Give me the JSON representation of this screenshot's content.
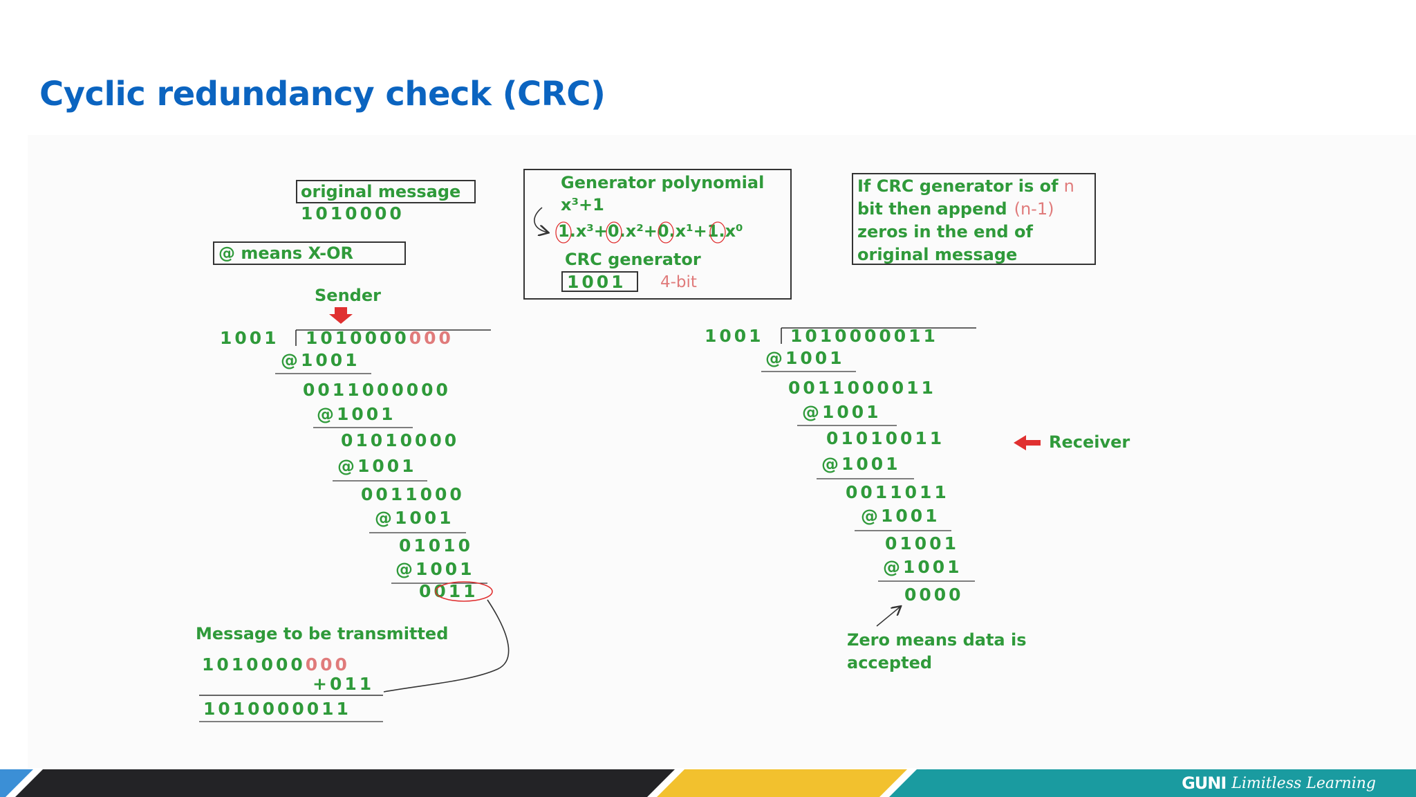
{
  "slide": {
    "title": "Cyclic redundancy check (CRC)"
  },
  "labels": {
    "original_message": "original message",
    "original_bits": "1010000",
    "xor_note": "@ means X-OR",
    "sender": "Sender",
    "receiver": "Receiver",
    "message_to_transmit": "Message to be transmitted",
    "zero_means_line1": "Zero means data is",
    "zero_means_line2": "accepted"
  },
  "generator_box": {
    "heading": "Generator polynomial",
    "poly": "x³+1",
    "expansion": "1.x³+0.x²+0.x¹+1.x⁰",
    "crc_label": "CRC generator",
    "crc_bits": "1001",
    "bits_note": "4-bit"
  },
  "rule_box": {
    "line1": "If CRC generator is of",
    "line1_var": "n",
    "line2": "bit then append",
    "line2_var": "(n-1)",
    "line3": "zeros in the end of",
    "line4": "original message"
  },
  "sender_division": {
    "divisor": "1001",
    "dividend_main": "1010000",
    "dividend_pad": "000",
    "steps": [
      {
        "xor": "@1001",
        "result": "0011000000"
      },
      {
        "xor": "@1001",
        "result": "01010000"
      },
      {
        "xor": "@1001",
        "result": "0011000"
      },
      {
        "xor": "@1001",
        "result": "01010"
      },
      {
        "xor": "@1001",
        "result": "0011"
      }
    ]
  },
  "transmission": {
    "message_main": "1010000",
    "message_pad": "000",
    "add": "+011",
    "result": "1010000011"
  },
  "receiver_division": {
    "divisor": "1001",
    "dividend": "1010000011",
    "steps": [
      {
        "xor": "@1001",
        "result": "0011000011"
      },
      {
        "xor": "@1001",
        "result": "01010011"
      },
      {
        "xor": "@1001",
        "result": "0011011"
      },
      {
        "xor": "@1001",
        "result": "01001"
      },
      {
        "xor": "@1001",
        "result": "0000"
      }
    ]
  },
  "footer": {
    "brand": "GUNI",
    "tagline": "Limitless Learning",
    "colors": {
      "blue": "#3b8fd6",
      "dark": "#232326",
      "yellow": "#f2c12e",
      "teal": "#1a9ba0"
    }
  }
}
